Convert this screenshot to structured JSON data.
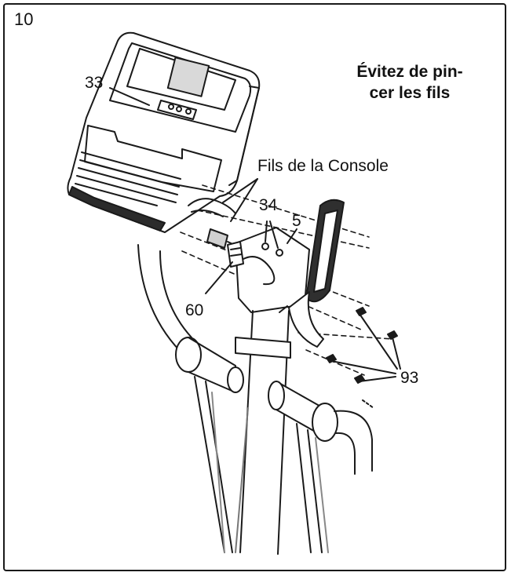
{
  "step_number": "10",
  "warning": {
    "line1": "Évitez de pin-",
    "line2": "cer les fils"
  },
  "labels": {
    "console_part": "33",
    "console_wires": "Fils de la Console",
    "wire_clip": "34",
    "bracket": "5",
    "wire_harness": "60",
    "screws": "93"
  },
  "colors": {
    "line": "#1a1a1a",
    "shade": "#9a9a9a",
    "fill": "#ffffff"
  }
}
